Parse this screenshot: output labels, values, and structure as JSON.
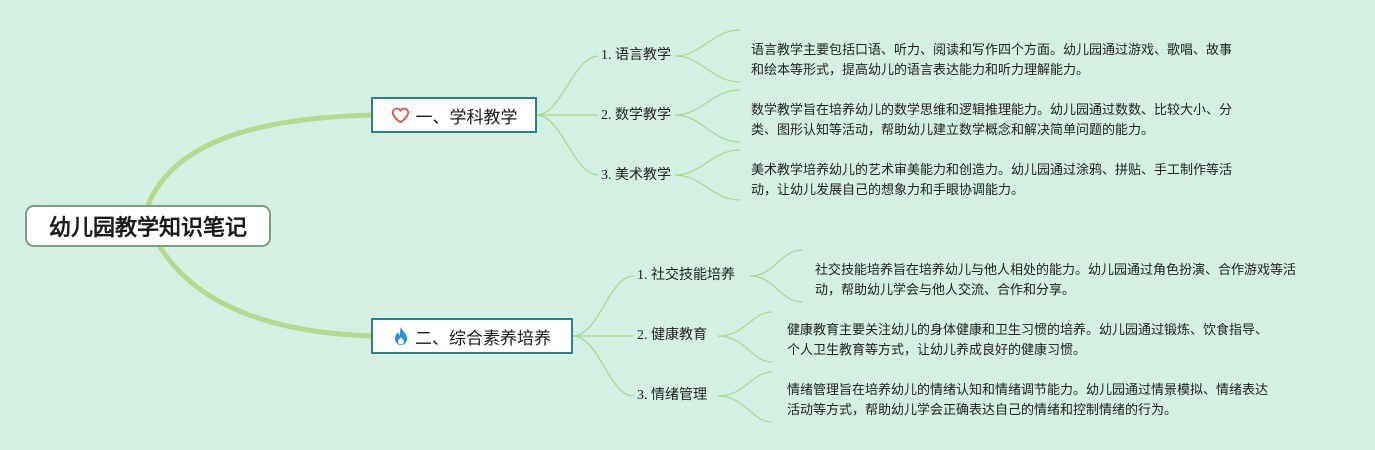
{
  "root": {
    "title": "幼儿园教学知识笔记"
  },
  "branches": [
    {
      "label": "一、学科教学",
      "icon": "heart-icon",
      "children": [
        {
          "label": "1. 语言教学",
          "desc": "语言教学主要包括口语、听力、阅读和写作四个方面。幼儿园通过游戏、歌唱、故事和绘本等形式，提高幼儿的语言表达能力和听力理解能力。"
        },
        {
          "label": "2. 数学教学",
          "desc": "数学教学旨在培养幼儿的数学思维和逻辑推理能力。幼儿园通过数数、比较大小、分类、图形认知等活动，帮助幼儿建立数学概念和解决简单问题的能力。"
        },
        {
          "label": "3. 美术教学",
          "desc": "美术教学培养幼儿的艺术审美能力和创造力。幼儿园通过涂鸦、拼贴、手工制作等活动，让幼儿发展自己的想象力和手眼协调能力。"
        }
      ]
    },
    {
      "label": "二、综合素养培养",
      "icon": "fire-icon",
      "children": [
        {
          "label": "1. 社交技能培养",
          "desc": "社交技能培养旨在培养幼儿与他人相处的能力。幼儿园通过角色扮演、合作游戏等活动，帮助幼儿学会与他人交流、合作和分享。"
        },
        {
          "label": "2. 健康教育",
          "desc": "健康教育主要关注幼儿的身体健康和卫生习惯的培养。幼儿园通过锻炼、饮食指导、个人卫生教育等方式，让幼儿养成良好的健康习惯。"
        },
        {
          "label": "3. 情绪管理",
          "desc": "情绪管理旨在培养幼儿的情绪认知和情绪调节能力。幼儿园通过情景模拟、情绪表达活动等方式，帮助幼儿学会正确表达自己的情绪和控制情绪的行为。"
        }
      ]
    }
  ],
  "colors": {
    "background": "#d3f0e3",
    "main_link": "#b4d98f",
    "sub_link": "#a9d88c",
    "branch_border": "#2f7f86",
    "root_border": "#7d9f7d",
    "heart": "#e0473f",
    "fire": "#2a8fd8"
  }
}
